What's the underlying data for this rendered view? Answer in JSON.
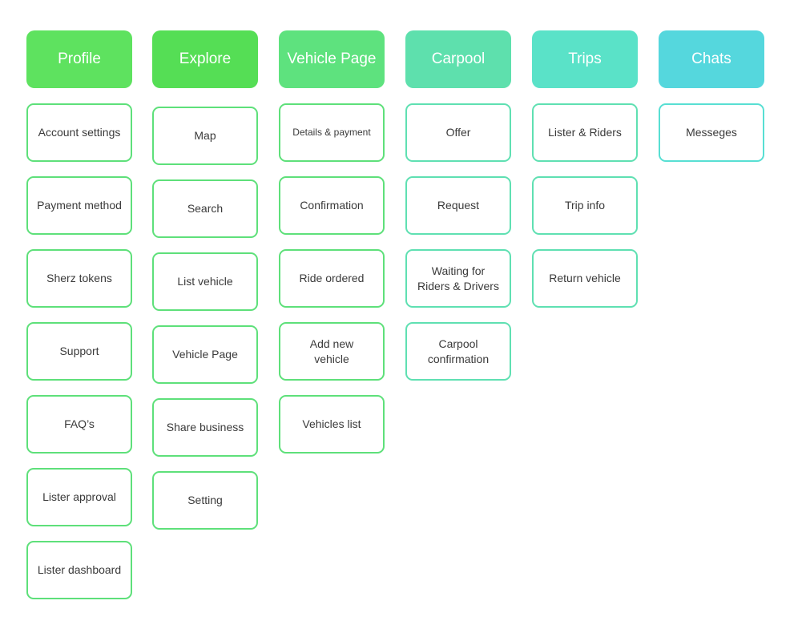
{
  "columns": [
    {
      "title": "Profile",
      "color": "#5ee25f",
      "items": [
        "Account settings",
        "Payment method",
        "Sherz tokens",
        "Support",
        "FAQ’s",
        "Lister approval",
        "Lister dashboard"
      ]
    },
    {
      "title": "Explore",
      "color": "#55de55",
      "items": [
        "Map",
        "Search",
        "List vehicle",
        "Vehicle Page",
        "Share business",
        "Setting"
      ]
    },
    {
      "title": "Vehicle Page",
      "color": "#5ee27e",
      "items": [
        "Details & payment",
        "Confirmation",
        "Ride ordered",
        "Add new vehicle",
        "Vehicles list"
      ]
    },
    {
      "title": "Carpool",
      "color": "#5ee0ad",
      "items": [
        "Offer",
        "Request",
        "Waiting for Riders & Drivers",
        "Carpool confirmation"
      ]
    },
    {
      "title": "Trips",
      "color": "#5ae2c8",
      "items": [
        "Lister & Riders",
        "Trip info",
        "Return vehicle"
      ]
    },
    {
      "title": "Chats",
      "color": "#55d7dd",
      "items": [
        "Messeges"
      ]
    }
  ]
}
